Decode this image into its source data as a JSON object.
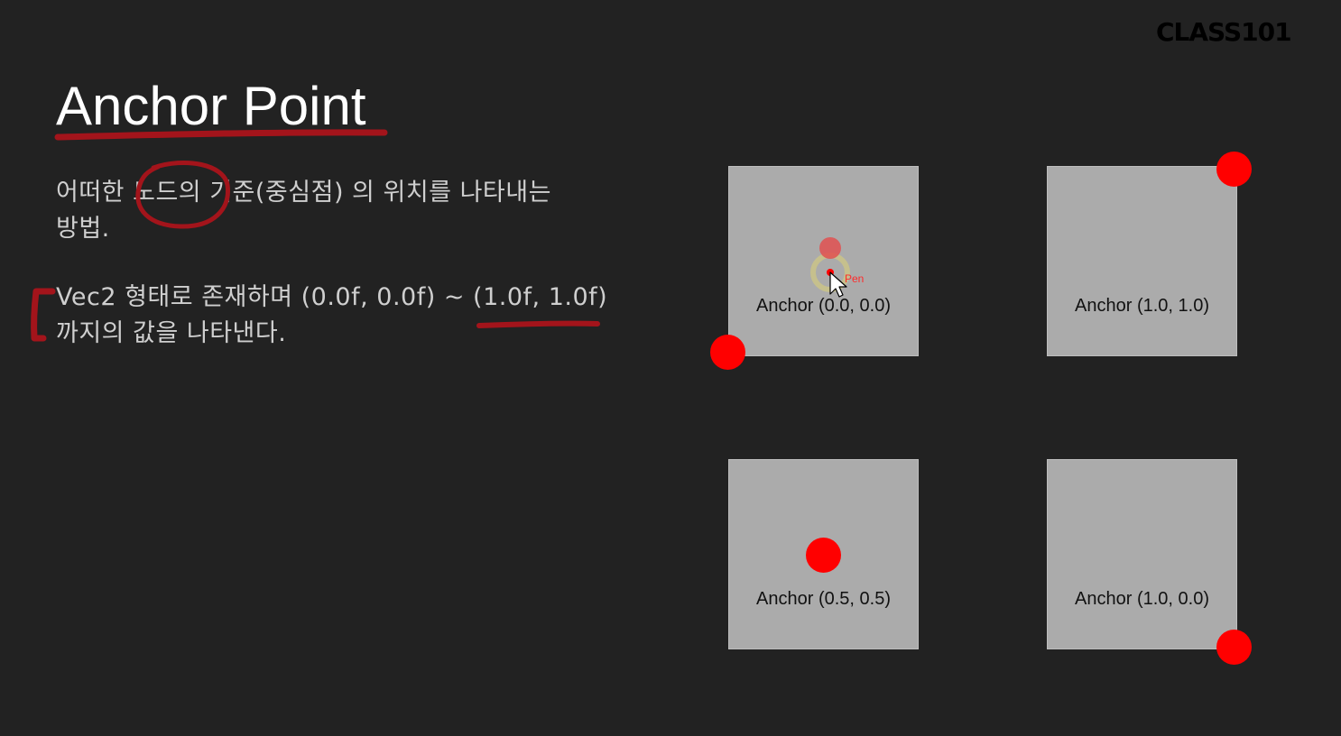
{
  "brand": {
    "logo_text": "CLASS101"
  },
  "slide": {
    "title": "Anchor Point",
    "paragraph1": {
      "line1": "어떠한 노드의 기준(중심점) 의 위치를 나타내는",
      "line2": "방법."
    },
    "paragraph2": {
      "line1": "Vec2 형태로 존재하며 (0.0f, 0.0f) ~ (1.0f, 1.0f)",
      "line2": "까지의 값을 나타낸다."
    }
  },
  "diagram": {
    "boxes": [
      {
        "label": "Anchor (0.0, 0.0)"
      },
      {
        "label": "Anchor (1.0, 1.0)"
      },
      {
        "label": "Anchor (0.5, 0.5)"
      },
      {
        "label": "Anchor (1.0, 0.0)"
      }
    ],
    "anchor_color": "#ff0000",
    "box_color": "#ababab"
  },
  "cursor": {
    "tool_label": "Pen",
    "pen_color": "#ff2a2a",
    "icon": "arrow-cursor-icon"
  },
  "colors": {
    "background": "#222222",
    "ink": "#a3141b",
    "text": "#cfcfcf",
    "title": "#ffffff"
  }
}
